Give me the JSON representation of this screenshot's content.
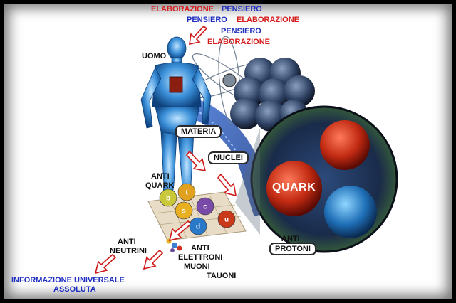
{
  "thought_cycle": {
    "line1_red": "ELABORAZIONE",
    "line1_blue": "PENSIERO",
    "line2_blue": "PENSIERO",
    "line2_red": "ELABORAZIONE",
    "line3_blue": "PENSIERO",
    "line4_red": "ELABORAZIONE"
  },
  "labels": {
    "uomo": "UOMO",
    "materia": "MATERIA",
    "nuclei": "NUCLEI",
    "anti_quark_1": "ANTI",
    "anti_quark_2": "QUARK",
    "quark": "QUARK",
    "anti_protoni_1": "ANTI",
    "anti_protoni_2": "PROTONI",
    "anti_neutrini_1": "ANTI",
    "anti_neutrini_2": "NEUTRINI",
    "anti_elettroni_1": "ANTI",
    "anti_elettroni_2": "ELETTRONI",
    "anti_elettroni_3": "MUONI",
    "anti_elettroni_4": "TAUONI",
    "info_1": "INFORMAZIONE UNIVERSALE",
    "info_2": "ASSOLUTA"
  },
  "quark_balls": [
    "b",
    "t",
    "s",
    "c",
    "d",
    "u"
  ],
  "colors": {
    "red_text": "#d61a1a",
    "blue_text": "#1f2fc0",
    "body_blue": "#3a8fd8",
    "arrow_red": "#d01818"
  }
}
